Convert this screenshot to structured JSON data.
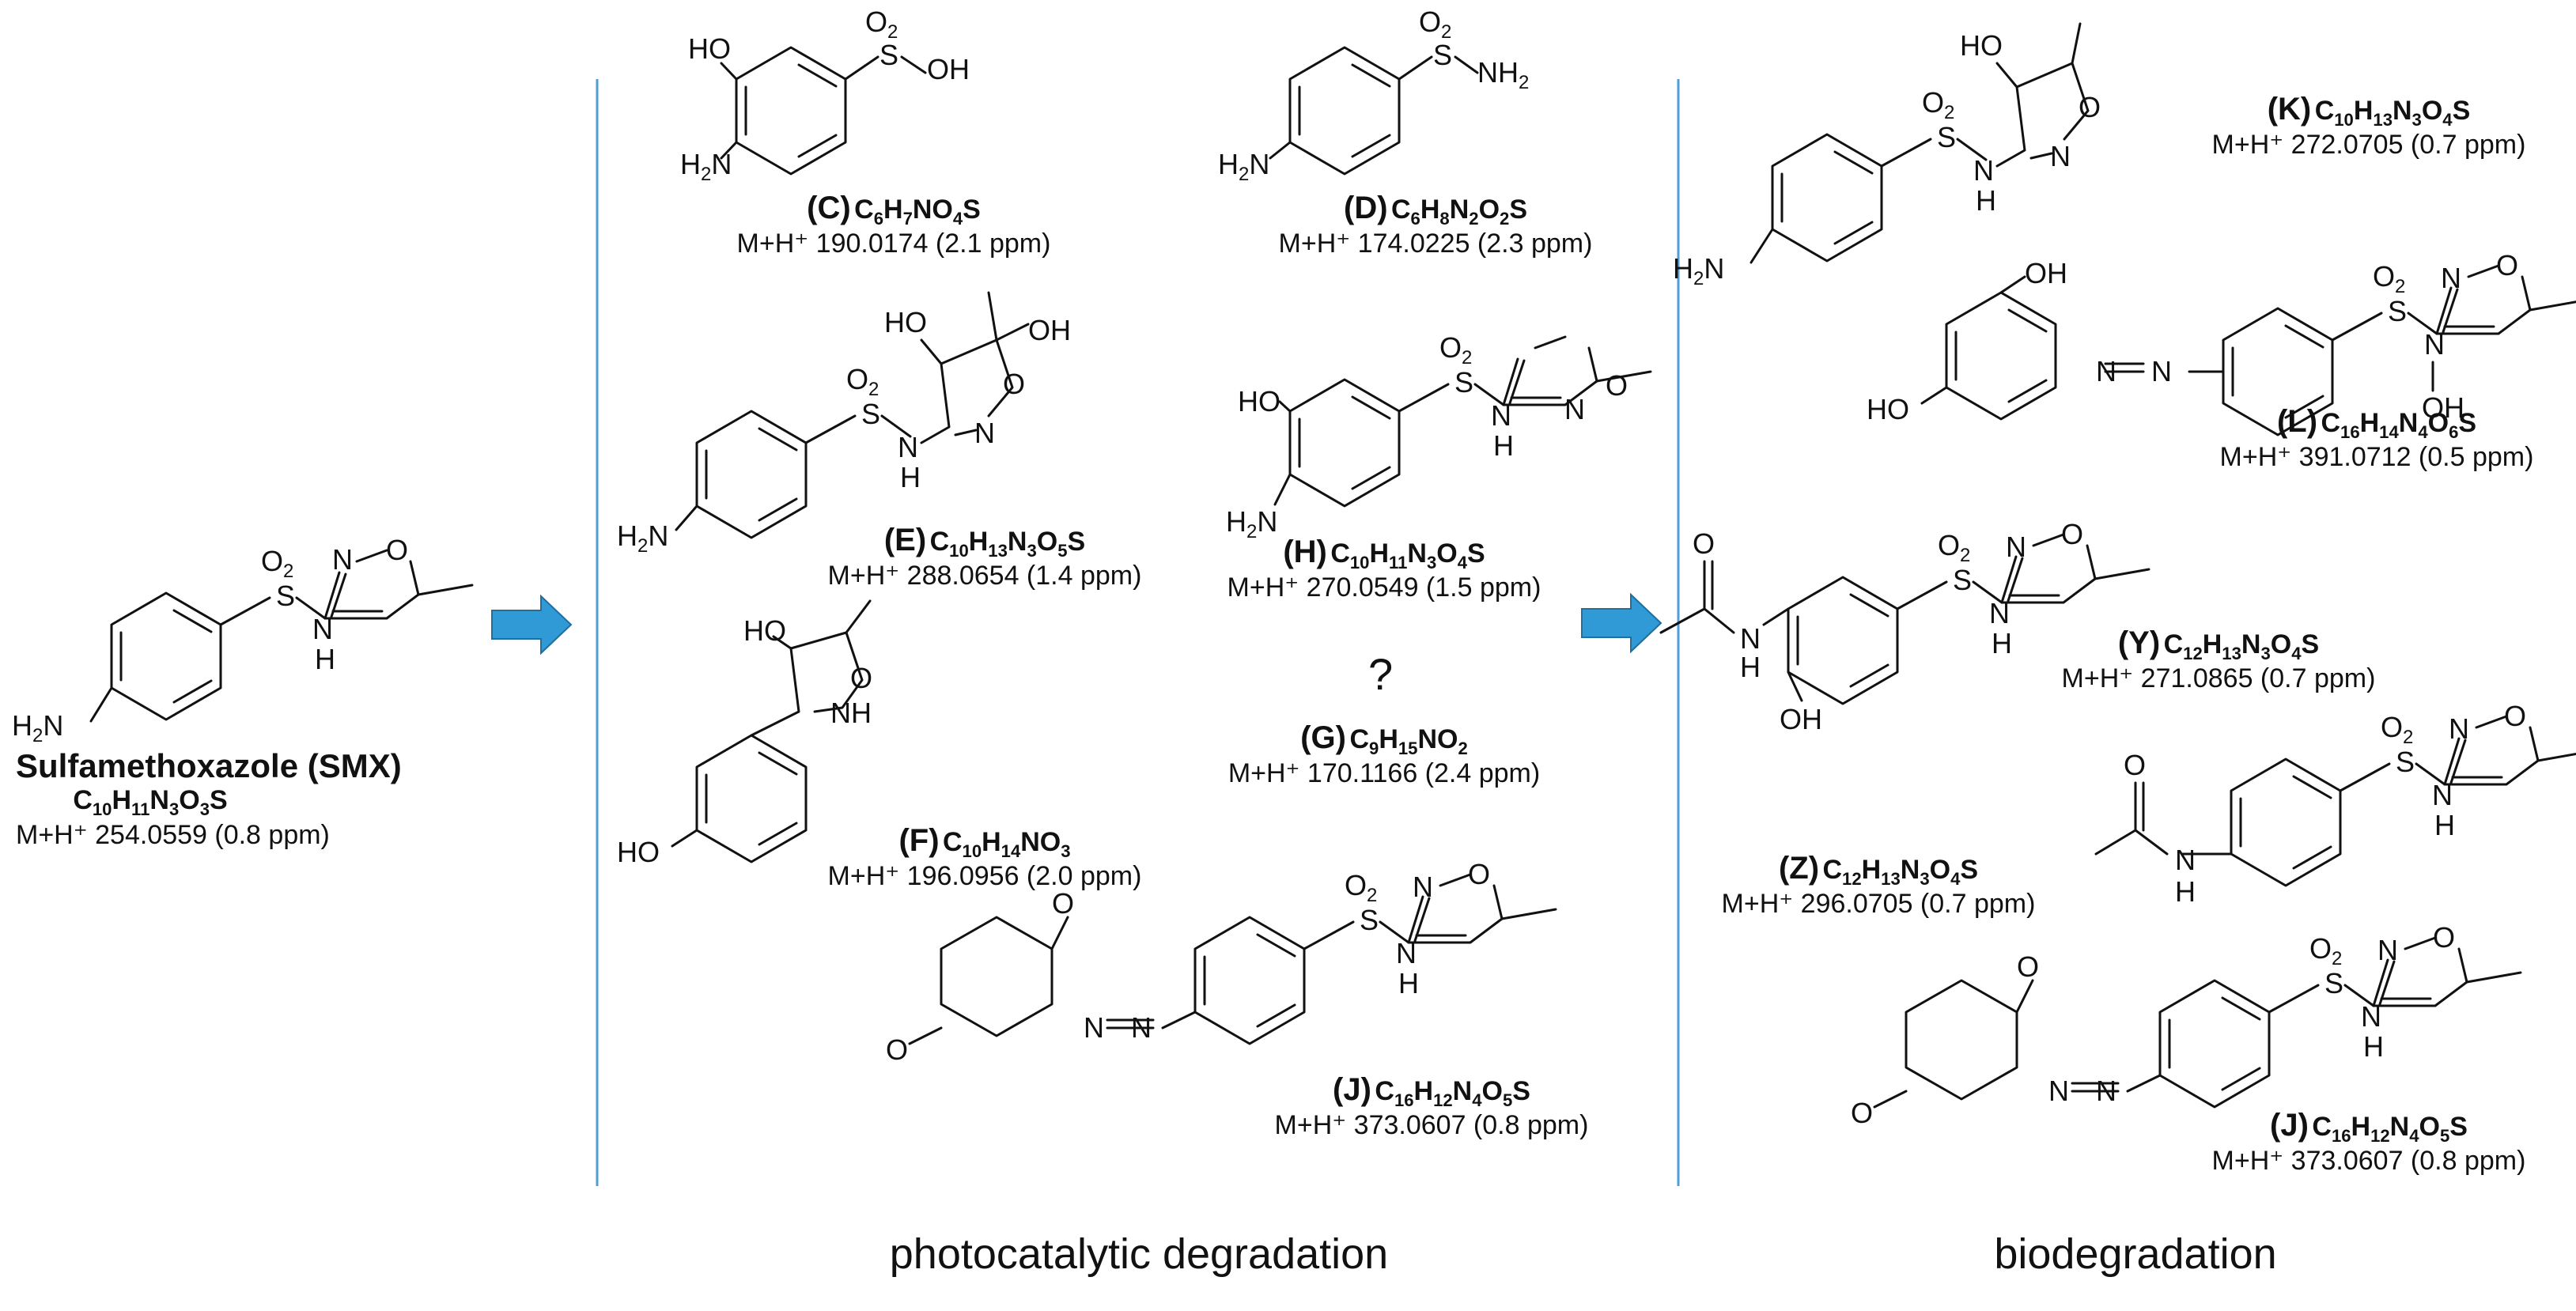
{
  "colors": {
    "divider": "#4f9fd6",
    "arrow_fill": "#2f9ad6",
    "arrow_stroke": "#1f6f9f"
  },
  "sections": {
    "photocatalytic": "photocatalytic degradation",
    "biodegradation": "biodegradation"
  },
  "question_mark": "?",
  "compounds": {
    "SMX": {
      "name": "Sulfamethoxazole (SMX)",
      "f": [
        "C",
        "10",
        "H",
        "11",
        "N",
        "3",
        "O",
        "3",
        "S"
      ],
      "mass": "M+H⁺ 254.0559 (0.8 ppm)"
    },
    "C": {
      "id": "(C)",
      "f": [
        "C",
        "6",
        "H",
        "7",
        "NO",
        "4",
        "S"
      ],
      "mass": "M+H⁺ 190.0174 (2.1 ppm)"
    },
    "D": {
      "id": "(D)",
      "f": [
        "C",
        "6",
        "H",
        "8",
        "N",
        "2",
        "O",
        "2",
        "S"
      ],
      "mass": "M+H⁺ 174.0225 (2.3 ppm)"
    },
    "E": {
      "id": "(E)",
      "f": [
        "C",
        "10",
        "H",
        "13",
        "N",
        "3",
        "O",
        "5",
        "S"
      ],
      "mass": "M+H⁺ 288.0654  (1.4 ppm)"
    },
    "H": {
      "id": "(H)",
      "f": [
        "C",
        "10",
        "H",
        "11",
        "N",
        "3",
        "O",
        "4",
        "S"
      ],
      "mass": "M+H⁺ 270.0549  (1.5 ppm)"
    },
    "G": {
      "id": "(G)",
      "f": [
        "C",
        "9",
        "H",
        "15",
        "NO",
        "2",
        ""
      ],
      "mass": "M+H⁺ 170.1166  (2.4 ppm)"
    },
    "F": {
      "id": "(F)",
      "f": [
        "C",
        "10",
        "H",
        "14",
        "NO",
        "3",
        ""
      ],
      "mass": "M+H⁺ 196.0956 (2.0 ppm)"
    },
    "J1": {
      "id": "(J)",
      "f": [
        "C",
        "16",
        "H",
        "12",
        "N",
        "4",
        "O",
        "5",
        "S"
      ],
      "mass": "M+H⁺ 373.0607  (0.8 ppm)"
    },
    "K": {
      "id": "(K)",
      "f": [
        "C",
        "10",
        "H",
        "13",
        "N",
        "3",
        "O",
        "4",
        "S"
      ],
      "mass": "M+H⁺ 272.0705  (0.7 ppm)"
    },
    "L": {
      "id": "(L)",
      "f": [
        "C",
        "16",
        "H",
        "14",
        "N",
        "4",
        "O",
        "6",
        "S"
      ],
      "mass": "M+H⁺ 391.0712  (0.5 ppm)"
    },
    "Y": {
      "id": "(Y)",
      "f": [
        "C",
        "12",
        "H",
        "13",
        "N",
        "3",
        "O",
        "4",
        "S"
      ],
      "mass": "M+H⁺ 271.0865  (0.7 ppm)"
    },
    "Z": {
      "id": "(Z)",
      "f": [
        "C",
        "12",
        "H",
        "13",
        "N",
        "3",
        "O",
        "4",
        "S"
      ],
      "mass": "M+H⁺ 296.0705  (0.7 ppm)"
    },
    "J2": {
      "id": "(J)",
      "f": [
        "C",
        "16",
        "H",
        "12",
        "N",
        "4",
        "O",
        "5",
        "S"
      ],
      "mass": "M+H⁺ 373.0607  (0.8 ppm)"
    }
  },
  "atoms": {
    "h2n": [
      "H",
      "2",
      "N"
    ],
    "nh2": [
      "NH",
      "2"
    ],
    "o2": [
      "O",
      "2"
    ],
    "s": "S",
    "n": "N",
    "o": "O",
    "h": "H",
    "ho": "HO",
    "oh": "OH",
    "nh": "NH"
  }
}
